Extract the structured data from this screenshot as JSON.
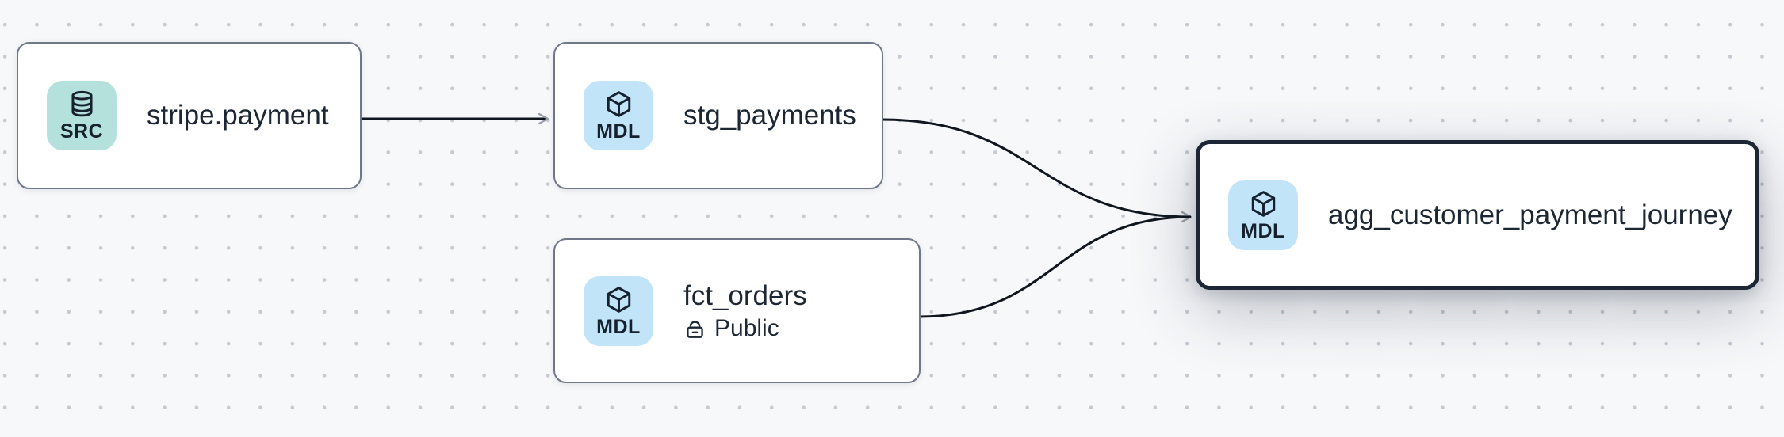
{
  "canvas": {
    "background_color": "#f7f8fa",
    "grid_dot_color": "#c6cad3",
    "edge_color": "#10161d",
    "arrowhead_color": "#99a0ac",
    "node_border_color": "#6e7889",
    "selected_node_border_color": "#1c2634",
    "text_color": "#1d2734"
  },
  "nodes": [
    {
      "label": "stripe.payment",
      "badge": "SRC",
      "icon": "database-icon",
      "badge_color": "#b4e1dc",
      "selected": false
    },
    {
      "label": "stg_payments",
      "badge": "MDL",
      "icon": "cube-icon",
      "badge_color": "#c2e4f9",
      "selected": false
    },
    {
      "label": "fct_orders",
      "badge": "MDL",
      "icon": "cube-icon",
      "badge_color": "#c2e4f9",
      "access": "Public",
      "access_icon": "lock-open-icon",
      "selected": false
    },
    {
      "label": "agg_customer_payment_journey",
      "badge": "MDL",
      "icon": "cube-icon",
      "badge_color": "#c2e4f9",
      "selected": true
    }
  ],
  "edges": [
    {
      "from": "stripe.payment",
      "to": "stg_payments"
    },
    {
      "from": "stg_payments",
      "to": "agg_customer_payment_journey"
    },
    {
      "from": "fct_orders",
      "to": "agg_customer_payment_journey"
    }
  ]
}
